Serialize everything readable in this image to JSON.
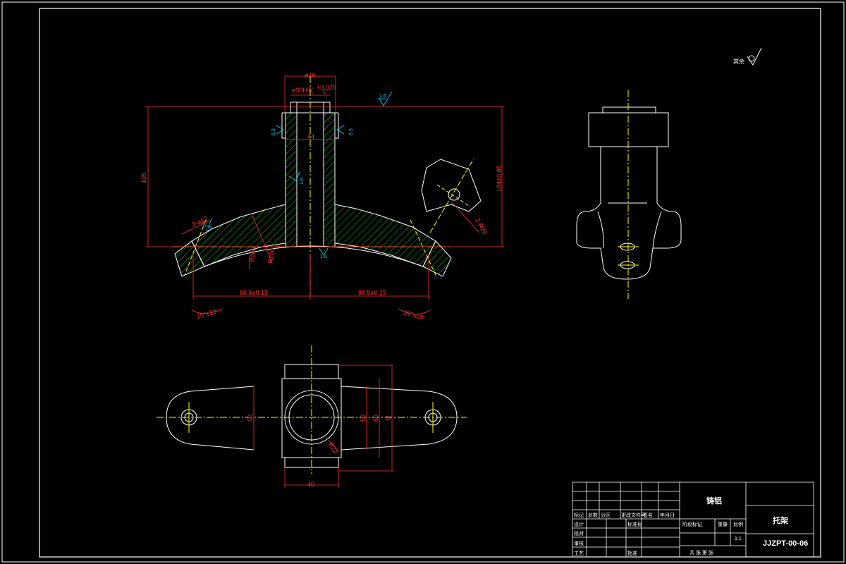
{
  "dimensions": {
    "phi40": "ø40",
    "bore": "ø33H7(",
    "bore_tol": "+0.025",
    "bore_tol_low": "0",
    "height_105": "105",
    "height_104": "104±0.05",
    "d44": "44",
    "two_phi12": "2-ø12",
    "r200_a": "R200",
    "r200_b": "R200",
    "dist_left": "88.5±0.15",
    "dist_right": "88.5±0.15",
    "angle_left": "25°±20'",
    "angle_right": "25°±20'",
    "two_r20": "2-R20",
    "plan_40": "40",
    "plan_50_left": "50",
    "plan_50_right": "50",
    "plan_60": "60",
    "plan_r22": "R22",
    "plan_height": "R"
  },
  "roughness": {
    "top": "1.6",
    "left_face": "6.3",
    "right_face": "6.3",
    "bore": "1.6",
    "bottom": "1.6",
    "hole": "6.3",
    "others_label": "其余"
  },
  "title_block": {
    "material": "铸铝",
    "part_name": "托架",
    "drawing_no": "JJZPT-00-06",
    "scale": "1:1",
    "row_labels": [
      "标记",
      "设计",
      "校对",
      "审核",
      "工艺"
    ],
    "col_labels": [
      "处数",
      "分区",
      "更改文件号",
      "签名",
      "年月日"
    ],
    "std_label": "标准化",
    "approve_label": "批准",
    "stage_label": "阶段标记",
    "weight_label": "重量",
    "scale_label": "比例",
    "sheets_label": "共  张  第  张"
  },
  "colors": {
    "outline": "#ffffff",
    "dimension": "#ff3030",
    "center": "#ffff00",
    "hatch": "#00cc00",
    "roughness": "#00d8ff"
  }
}
